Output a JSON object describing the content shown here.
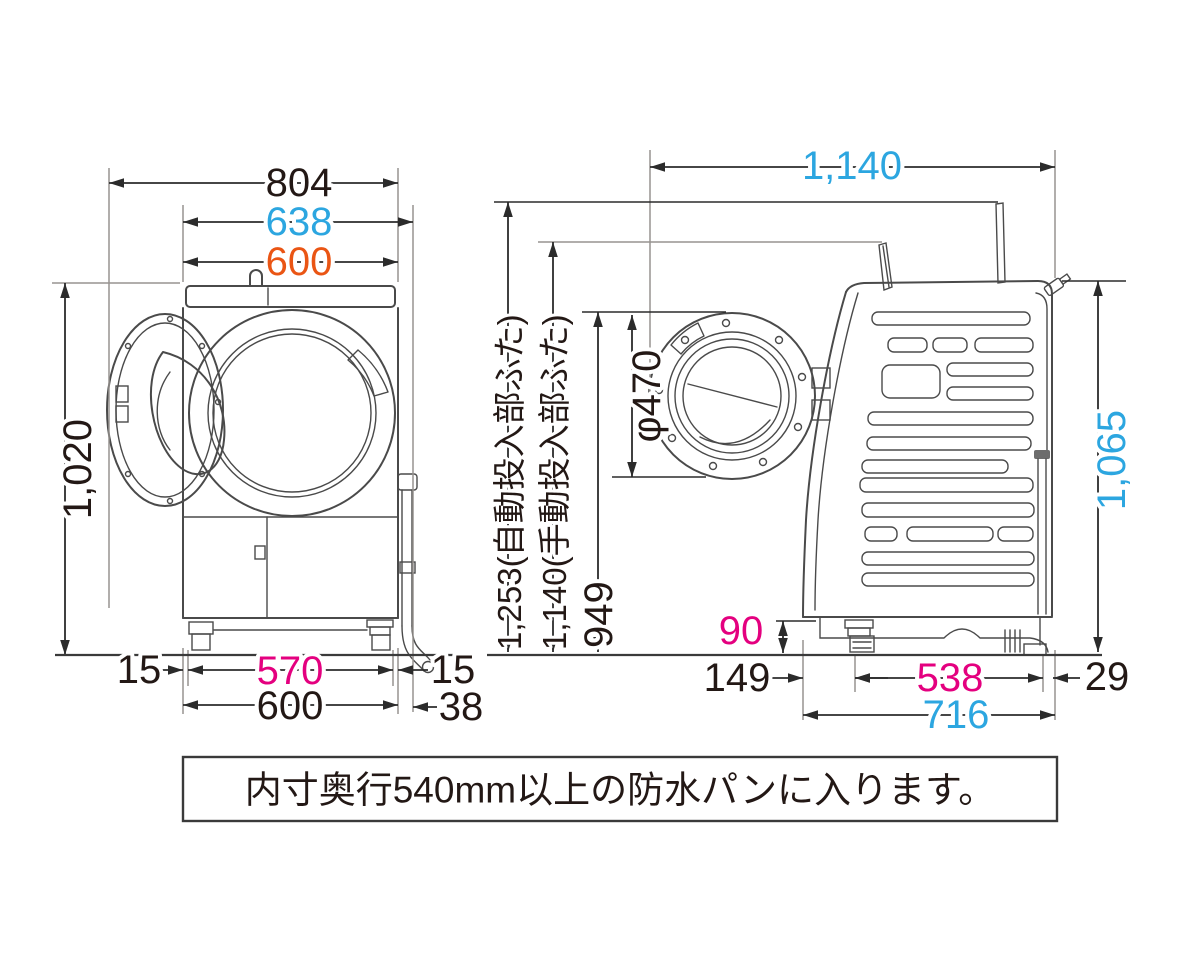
{
  "front_view": {
    "width_total": "804",
    "width_with_hose": "638",
    "width_body_top": "600",
    "height": "1,020",
    "gap_left": "15",
    "feet_span": "570",
    "gap_right": "15",
    "width_body_bottom": "600",
    "hose_offset": "38"
  },
  "side_view": {
    "depth_total": "1,140",
    "lid_auto": "1,253(自動投入部ふた)",
    "lid_manual": "1,140(手動投入部ふた)",
    "door_top_height": "949",
    "door_diameter": "φ470",
    "body_height": "1,065",
    "base_height": "90",
    "front_offset": "149",
    "anchor_span": "538",
    "rear_offset": "29",
    "base_depth": "716"
  },
  "note": {
    "text": "内寸奥行540mm以上の防水パンに入ります。"
  },
  "colors": {
    "ink": "#231815",
    "line": "#4a4a4a",
    "accent_blue": "#2CA6E0",
    "accent_orange": "#EA5514",
    "accent_pink": "#E4007F"
  }
}
